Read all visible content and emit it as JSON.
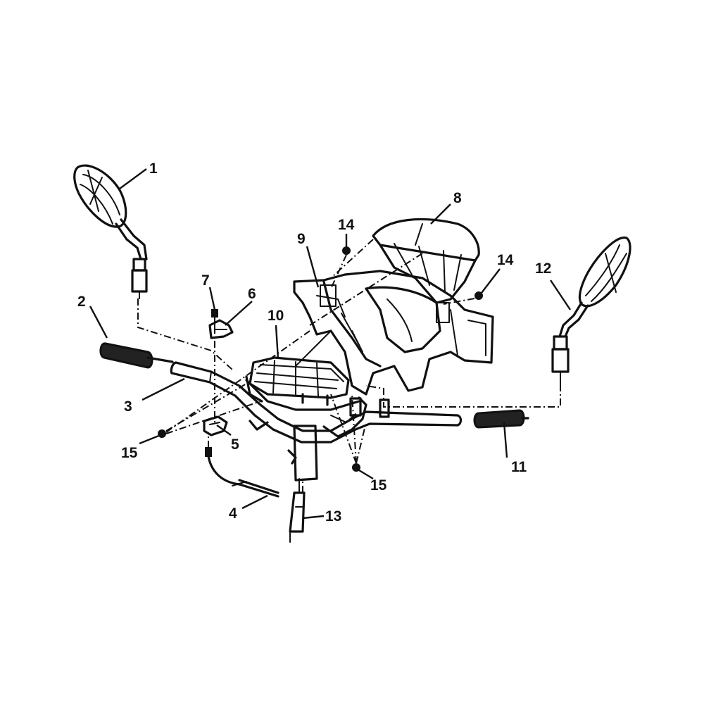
{
  "callouts": [
    {
      "id": "c1",
      "label": "1"
    },
    {
      "id": "c2",
      "label": "2"
    },
    {
      "id": "c3",
      "label": "3"
    },
    {
      "id": "c4",
      "label": "4"
    },
    {
      "id": "c5",
      "label": "5"
    },
    {
      "id": "c6",
      "label": "6"
    },
    {
      "id": "c7",
      "label": "7"
    },
    {
      "id": "c8",
      "label": "8"
    },
    {
      "id": "c9",
      "label": "9"
    },
    {
      "id": "c10",
      "label": "10"
    },
    {
      "id": "c11",
      "label": "11"
    },
    {
      "id": "c12",
      "label": "12"
    },
    {
      "id": "c13",
      "label": "13"
    },
    {
      "id": "c14a",
      "label": "14"
    },
    {
      "id": "c14b",
      "label": "14"
    },
    {
      "id": "c15a",
      "label": "15"
    },
    {
      "id": "c15b",
      "label": "15"
    }
  ],
  "colors": {
    "ink": "#111111",
    "background": "#ffffff"
  }
}
